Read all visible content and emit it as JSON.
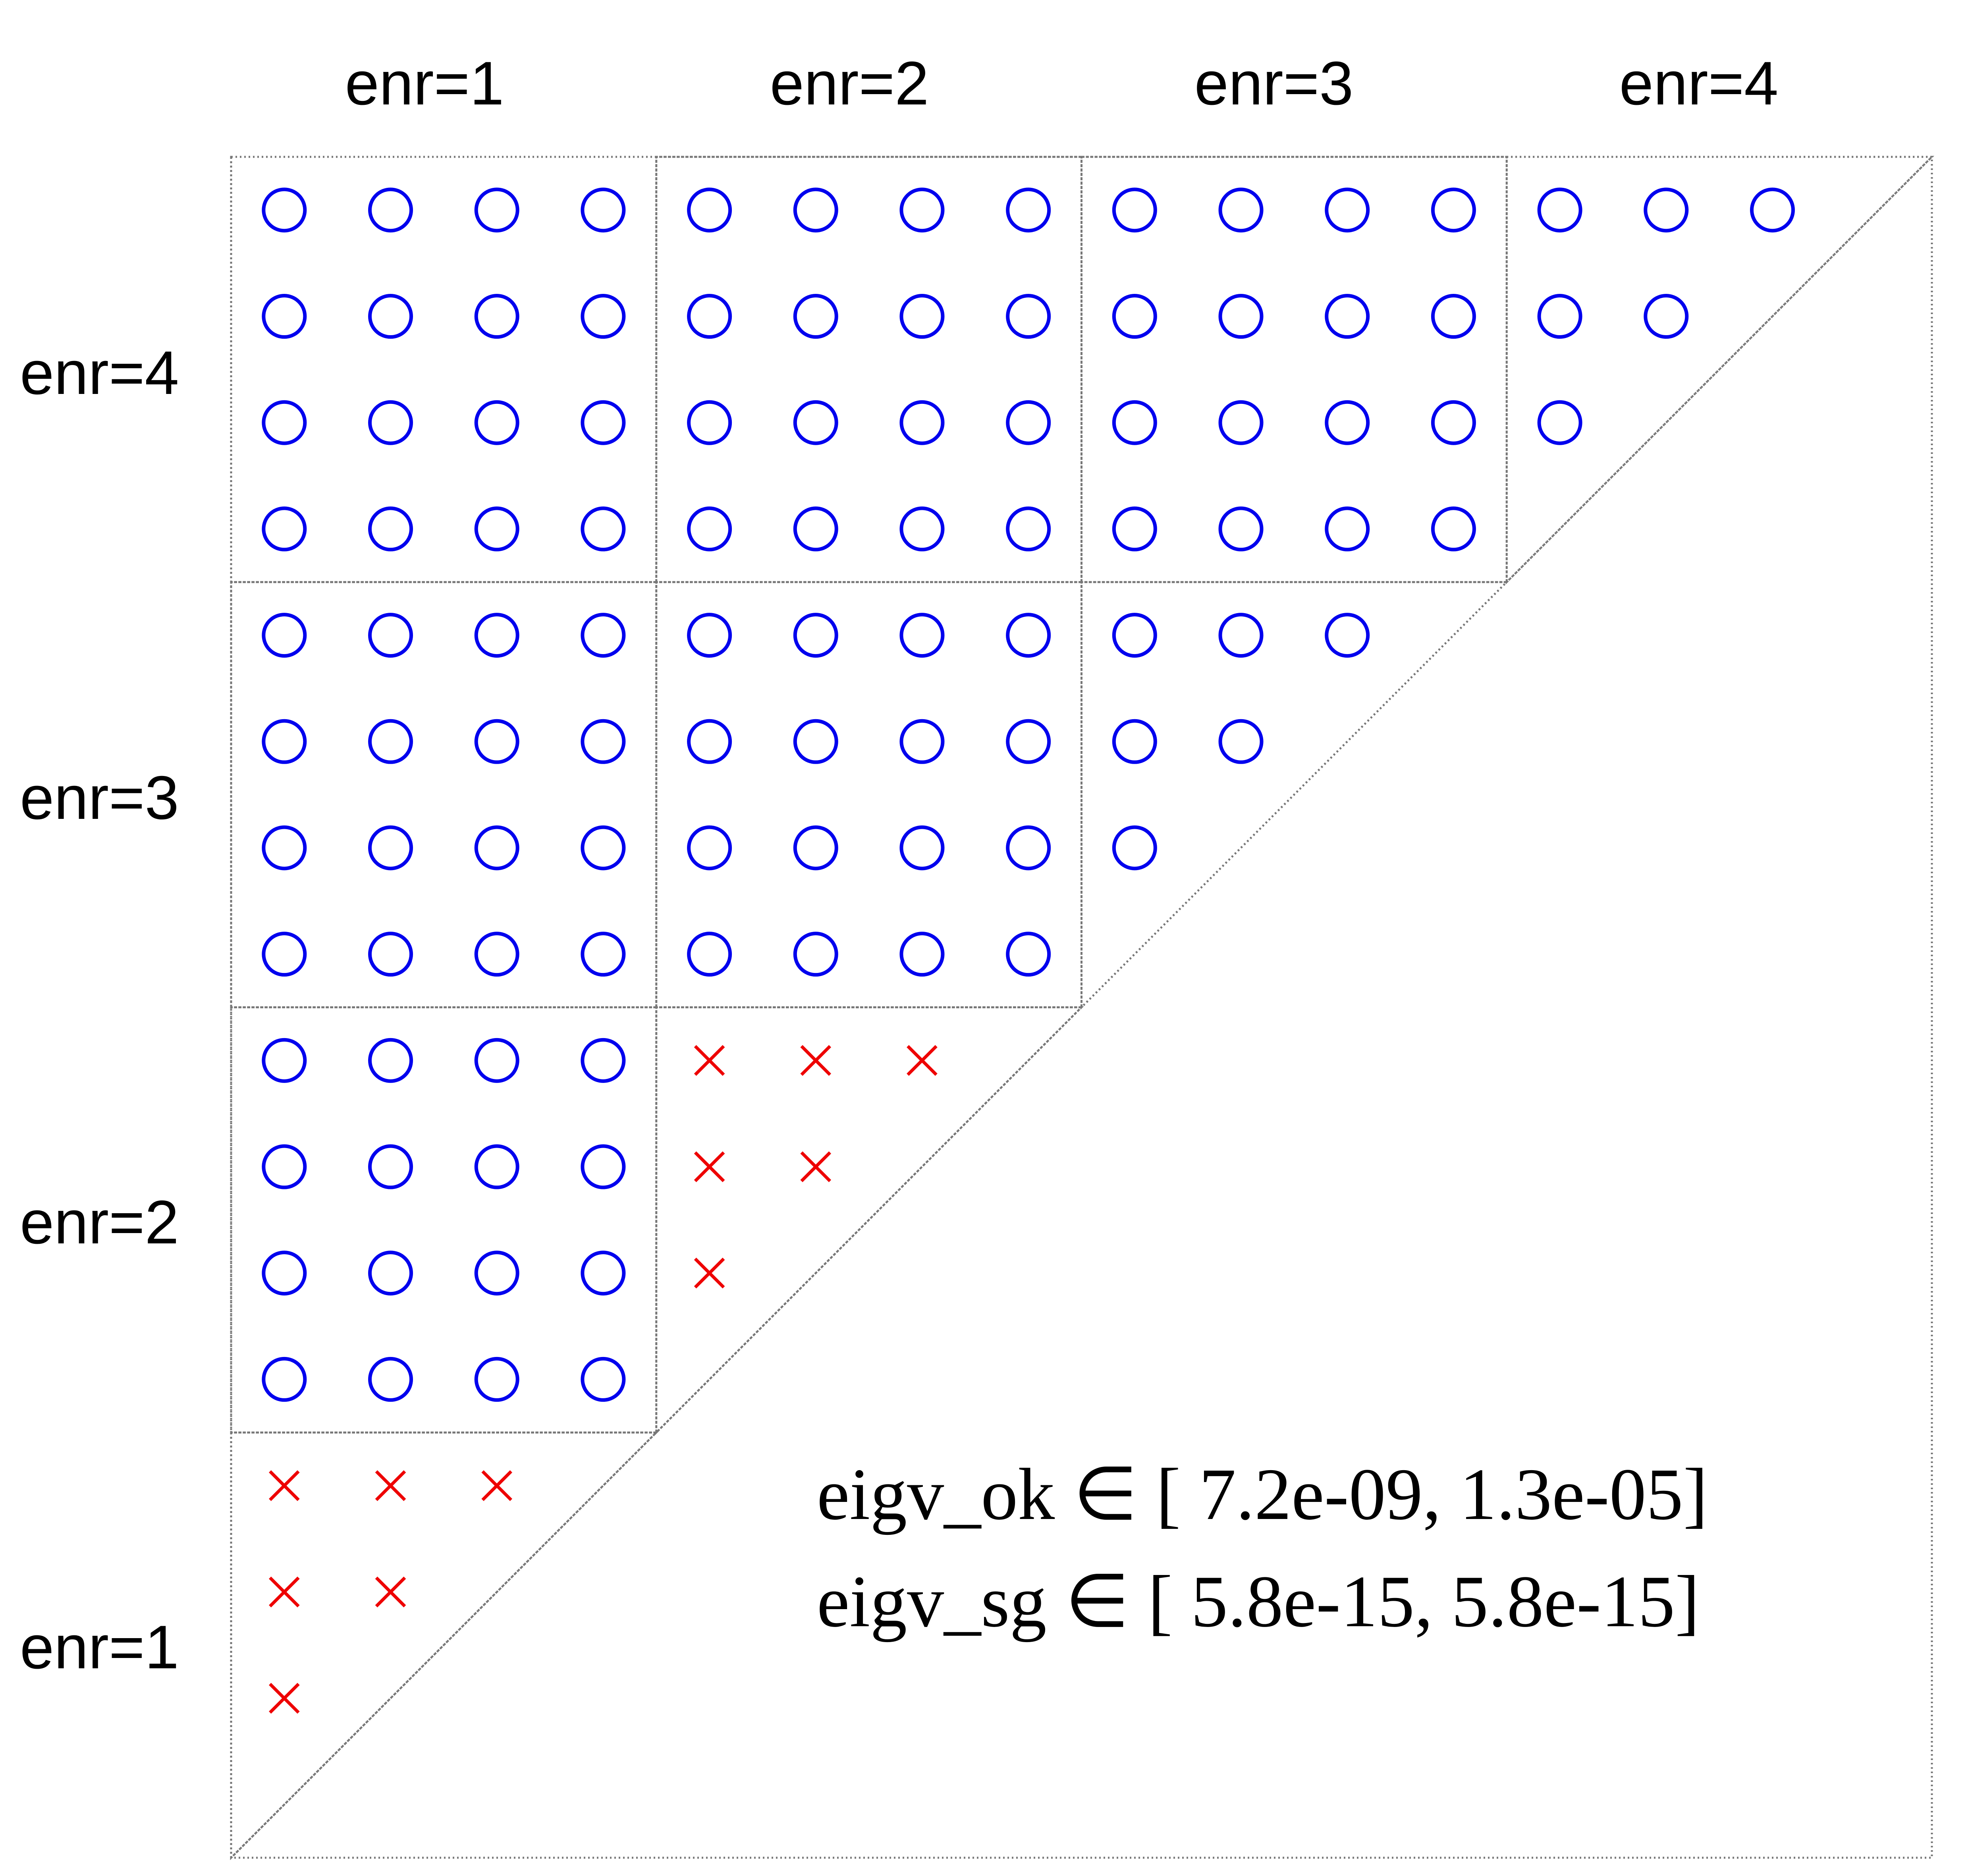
{
  "chart_data": {
    "type": "scatter",
    "block_size": 4,
    "x_block_labels": [
      "enr=1",
      "enr=2",
      "enr=3",
      "enr=4"
    ],
    "y_block_labels": [
      "enr=4",
      "enr=3",
      "enr=2",
      "enr=1"
    ],
    "marker_legend": {
      "ok": "circle",
      "sg": "cross"
    },
    "cells": [
      {
        "row_block": "enr=4",
        "col_block": "enr=1",
        "status": "ok",
        "pattern": "full"
      },
      {
        "row_block": "enr=4",
        "col_block": "enr=2",
        "status": "ok",
        "pattern": "full"
      },
      {
        "row_block": "enr=4",
        "col_block": "enr=3",
        "status": "ok",
        "pattern": "full"
      },
      {
        "row_block": "enr=4",
        "col_block": "enr=4",
        "status": "ok",
        "pattern": "upper_triangle"
      },
      {
        "row_block": "enr=3",
        "col_block": "enr=1",
        "status": "ok",
        "pattern": "full"
      },
      {
        "row_block": "enr=3",
        "col_block": "enr=2",
        "status": "ok",
        "pattern": "full"
      },
      {
        "row_block": "enr=3",
        "col_block": "enr=3",
        "status": "ok",
        "pattern": "upper_triangle"
      },
      {
        "row_block": "enr=2",
        "col_block": "enr=1",
        "status": "ok",
        "pattern": "full"
      },
      {
        "row_block": "enr=2",
        "col_block": "enr=2",
        "status": "sg",
        "pattern": "upper_triangle"
      },
      {
        "row_block": "enr=1",
        "col_block": "enr=1",
        "status": "sg",
        "pattern": "upper_triangle"
      }
    ],
    "annotations": [
      "eigv_ok ∈ [ 7.2e-09, 1.3e-05]",
      "eigv_sg ∈ [ 5.8e-15, 5.8e-15]"
    ],
    "colors": {
      "ok": "#0000ee",
      "sg": "#ee0000",
      "grid": "#777777",
      "text": "#000000"
    }
  }
}
